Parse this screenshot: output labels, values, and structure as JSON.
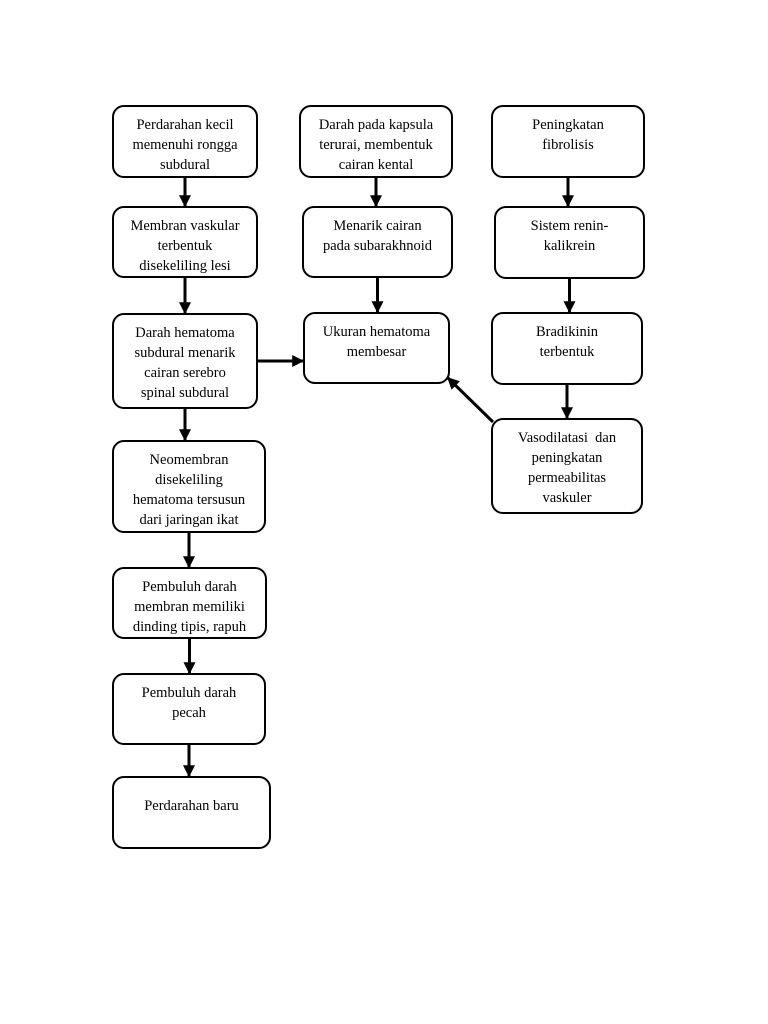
{
  "nodes": {
    "perdarahan_kecil": [
      "Perdarahan kecil",
      "memenuhi rongga",
      "subdural"
    ],
    "membran_vaskular": [
      "Membran vaskular",
      "terbentuk",
      "disekeliling lesi"
    ],
    "darah_hematoma": [
      "Darah hematoma",
      "subdural menarik",
      "cairan serebro",
      "spinal subdural"
    ],
    "neomembran": [
      "Neomembran",
      "disekeliling",
      "hematoma tersusun",
      "dari jaringan ikat"
    ],
    "pembuluh_tipis": [
      "Pembuluh darah",
      "membran memiliki",
      "dinding tipis, rapuh"
    ],
    "pembuluh_pecah": [
      "Pembuluh darah",
      "pecah"
    ],
    "perdarahan_baru": [
      "Perdarahan baru"
    ],
    "darah_kapsula": [
      "Darah pada kapsula",
      "terurai, membentuk",
      "cairan kental"
    ],
    "menarik_cairan": [
      "Menarik cairan",
      "pada subarakhnoid"
    ],
    "ukuran_hematoma": [
      "Ukuran hematoma",
      "membesar"
    ],
    "peningkatan_fibrolisis": [
      "Peningkatan",
      "fibrolisis"
    ],
    "sistem_renin": [
      "Sistem renin-",
      "kalikrein"
    ],
    "bradikinin": [
      "Bradikinin",
      "terbentuk"
    ],
    "vasodilatasi": [
      "Vasodilatasi  dan",
      "peningkatan",
      "permeabilitas",
      "vaskuler"
    ]
  },
  "edges": [
    [
      "perdarahan_kecil",
      "membran_vaskular"
    ],
    [
      "membran_vaskular",
      "darah_hematoma"
    ],
    [
      "darah_hematoma",
      "neomembran"
    ],
    [
      "neomembran",
      "pembuluh_tipis"
    ],
    [
      "pembuluh_tipis",
      "pembuluh_pecah"
    ],
    [
      "pembuluh_pecah",
      "perdarahan_baru"
    ],
    [
      "darah_kapsula",
      "menarik_cairan"
    ],
    [
      "menarik_cairan",
      "ukuran_hematoma"
    ],
    [
      "darah_hematoma",
      "ukuran_hematoma"
    ],
    [
      "peningkatan_fibrolisis",
      "sistem_renin"
    ],
    [
      "sistem_renin",
      "bradikinin"
    ],
    [
      "bradikinin",
      "vasodilatasi"
    ],
    [
      "vasodilatasi",
      "ukuran_hematoma"
    ]
  ]
}
